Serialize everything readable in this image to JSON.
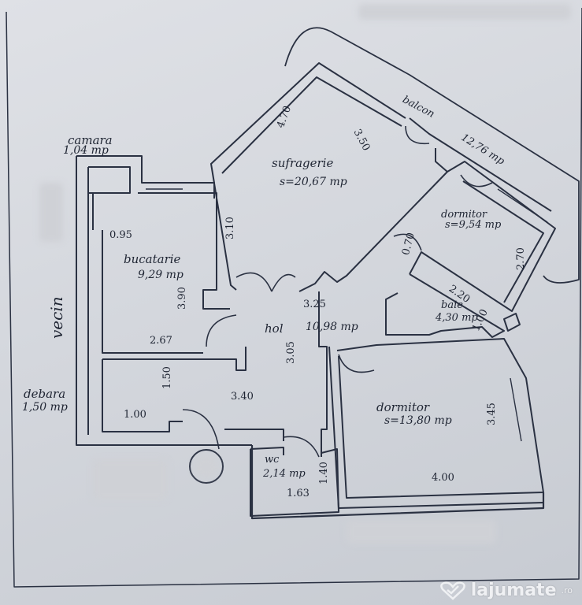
{
  "rooms": {
    "camara": {
      "name": "camara",
      "area": "1,04 mp"
    },
    "bucatarie": {
      "name": "bucatarie",
      "area": "9,29 mp"
    },
    "sufragerie": {
      "name": "sufragerie",
      "area": "s=20,67 mp"
    },
    "dormitor1": {
      "name": "dormitor",
      "area": "s=9,54 mp"
    },
    "hol": {
      "name": "hol",
      "area": "10,98 mp"
    },
    "baie": {
      "name": "baie",
      "area": "4,30 mp"
    },
    "debara": {
      "name": "debara",
      "area": "1,50 mp"
    },
    "dormitor2": {
      "name": "dormitor",
      "area": "s=13,80 mp"
    },
    "wc": {
      "name": "wc",
      "area": "2,14 mp"
    },
    "balcon": {
      "name": "balcon",
      "area": "12,76 mp"
    }
  },
  "neighbor": "vecin",
  "dimensions": {
    "d095": "0.95",
    "d390": "3.90",
    "d267": "2.67",
    "d470": "4.70",
    "d350": "3.50",
    "d310": "3.10",
    "d325": "3.25",
    "d305": "3.05",
    "d070": "0.70",
    "d270": "2.70",
    "d220": "2.20",
    "d100a": "1.00",
    "d150": "1.50",
    "d340": "3.40",
    "d100b": "1.00",
    "d345": "3.45",
    "d400": "4.00",
    "d140": "1.40",
    "d163": "1.63"
  },
  "watermark": {
    "brand": "lajumate",
    "tld": ".ro"
  },
  "colors": {
    "ink": "#1f2533",
    "paper": "#dcdfe4"
  }
}
